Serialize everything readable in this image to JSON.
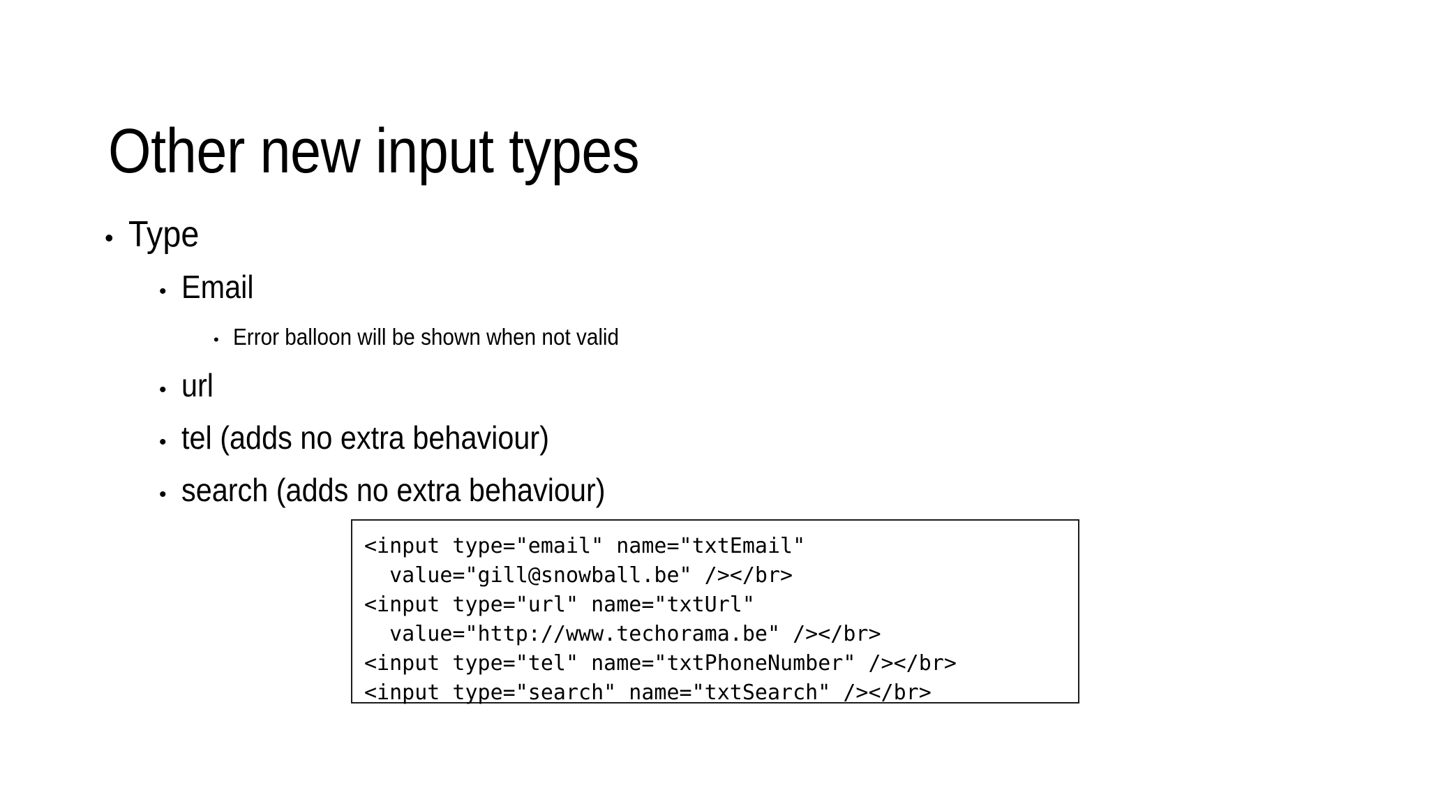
{
  "slide": {
    "title": "Other new input types",
    "background_color": "#ffffff",
    "text_color": "#000000"
  },
  "body": {
    "bullets": [
      {
        "level": 1,
        "marker": "•",
        "text": "Type"
      },
      {
        "level": 2,
        "marker": "•",
        "text": "Email"
      },
      {
        "level": 3,
        "marker": "•",
        "text": "Error balloon will be shown when not valid"
      },
      {
        "level": 2,
        "marker": "•",
        "text": "url"
      },
      {
        "level": 2,
        "marker": "•",
        "text": "tel (adds no extra behaviour)"
      },
      {
        "level": 2,
        "marker": "•",
        "text": "search (adds no extra behaviour)"
      }
    ]
  },
  "code_box": {
    "border_color": "#1a1a1a",
    "background_color": "#ffffff",
    "lines": [
      "<input type=\"email\" name=\"txtEmail\"",
      "  value=\"gill@snowball.be\" /></br>",
      "<input type=\"url\" name=\"txtUrl\"",
      "  value=\"http://www.techorama.be\" /></br>",
      "<input type=\"tel\" name=\"txtPhoneNumber\" /></br>",
      "<input type=\"search\" name=\"txtSearch\" /></br>"
    ],
    "code": "<input type=\"email\" name=\"txtEmail\"\n  value=\"gill@snowball.be\" /></br>\n<input type=\"url\" name=\"txtUrl\"\n  value=\"http://www.techorama.be\" /></br>\n<input type=\"tel\" name=\"txtPhoneNumber\" /></br>\n<input type=\"search\" name=\"txtSearch\" /></br>"
  }
}
